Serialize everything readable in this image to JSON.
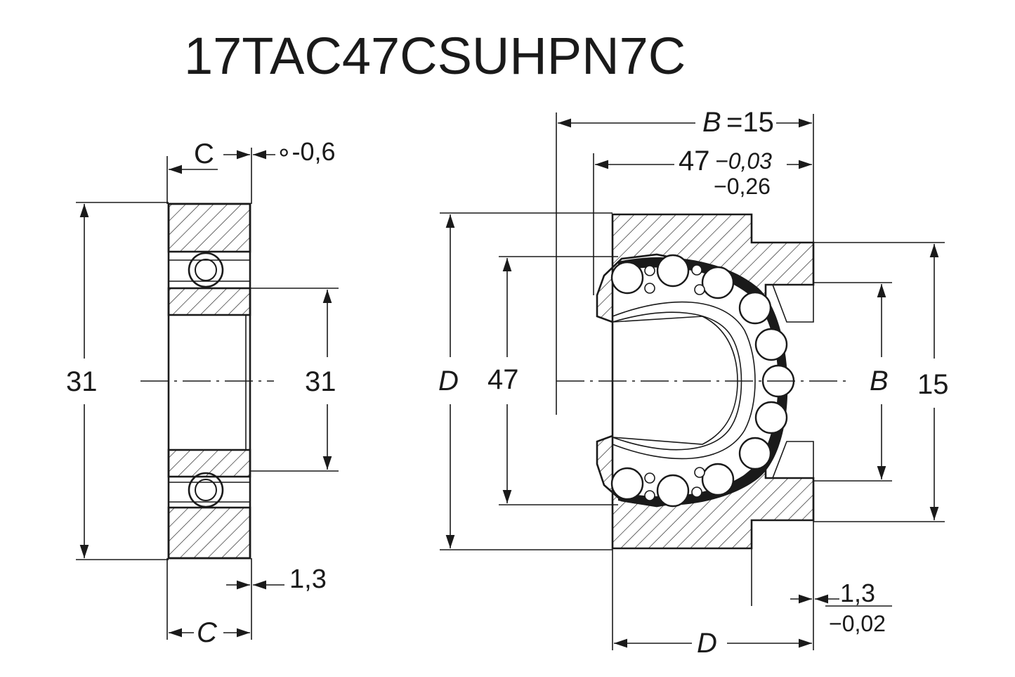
{
  "title": "17TAC47CSUHPN7C",
  "left_view": {
    "top_width_label": "C",
    "top_note": "∘-0,6",
    "outer_height_label": "31",
    "inner_height_label": "31",
    "bottom_offset_label": "1,3",
    "bottom_width_label": "C"
  },
  "right_view": {
    "width_label_var": "B",
    "width_label_value": "=15",
    "bore_label": "47",
    "bore_tol_upper": "−0,03",
    "bore_tol_lower": "−0,26",
    "outer_diameter_label": "D",
    "ball_diameter_label": "47",
    "inner_label": "B",
    "height_label": "15",
    "bottom_width_label": "D",
    "bottom_offset_label": "1,3",
    "bottom_offset_tol": "−0,02"
  }
}
